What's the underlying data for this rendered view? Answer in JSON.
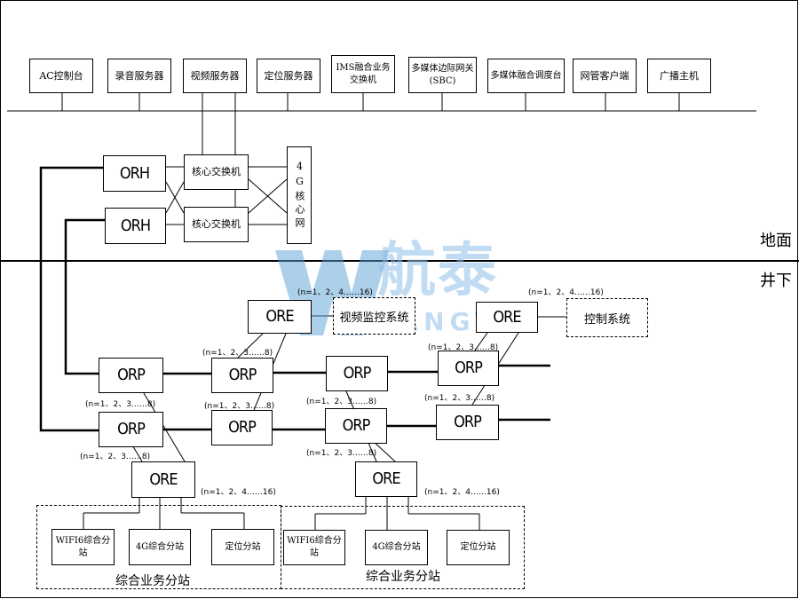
{
  "top_servers": [
    "AC控制台",
    "录音服务器",
    "视频服务器",
    "定位服务器",
    "IMS融合业务交换机",
    "多媒体边际网关(SBC)",
    "多媒体融合调度台",
    "网管客户端",
    "广播主机"
  ],
  "orh_label": "ORH",
  "core_switch_label": "核心交换机",
  "core_4g_label": "4G核心网",
  "zones": {
    "ground": "地面",
    "underground": "井下"
  },
  "ore_label": "ORE",
  "orp_label": "ORP",
  "video_system": "视频监控系统",
  "control_system": "控制系统",
  "range_16": "(n=1、2、4……16)",
  "range_8": "(n=1、2、3……8)",
  "substation_group_label": "综合业务分站",
  "substations": [
    "WIFI6综合分站",
    "4G综合分站",
    "定位分站"
  ],
  "watermark": {
    "chinese": "航泰",
    "english": "HANGTAI"
  }
}
